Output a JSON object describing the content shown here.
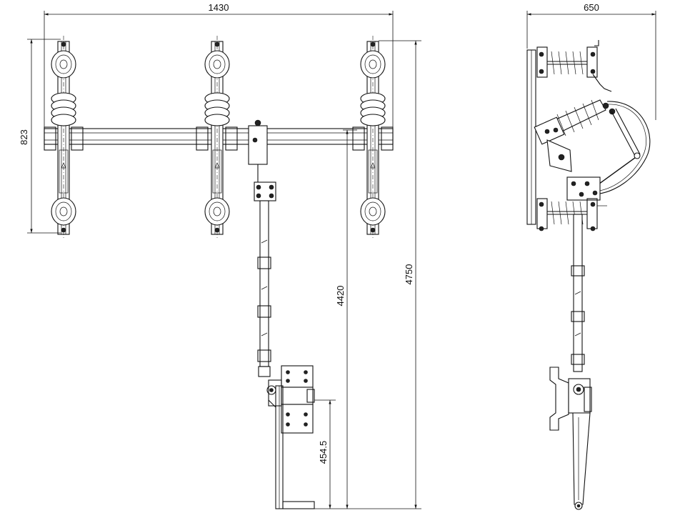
{
  "dimensions": {
    "front_width": "1430",
    "front_height": "823",
    "mechanism_height": "454.5",
    "operating_height": "4420",
    "total_height": "4750",
    "side_width": "650"
  }
}
